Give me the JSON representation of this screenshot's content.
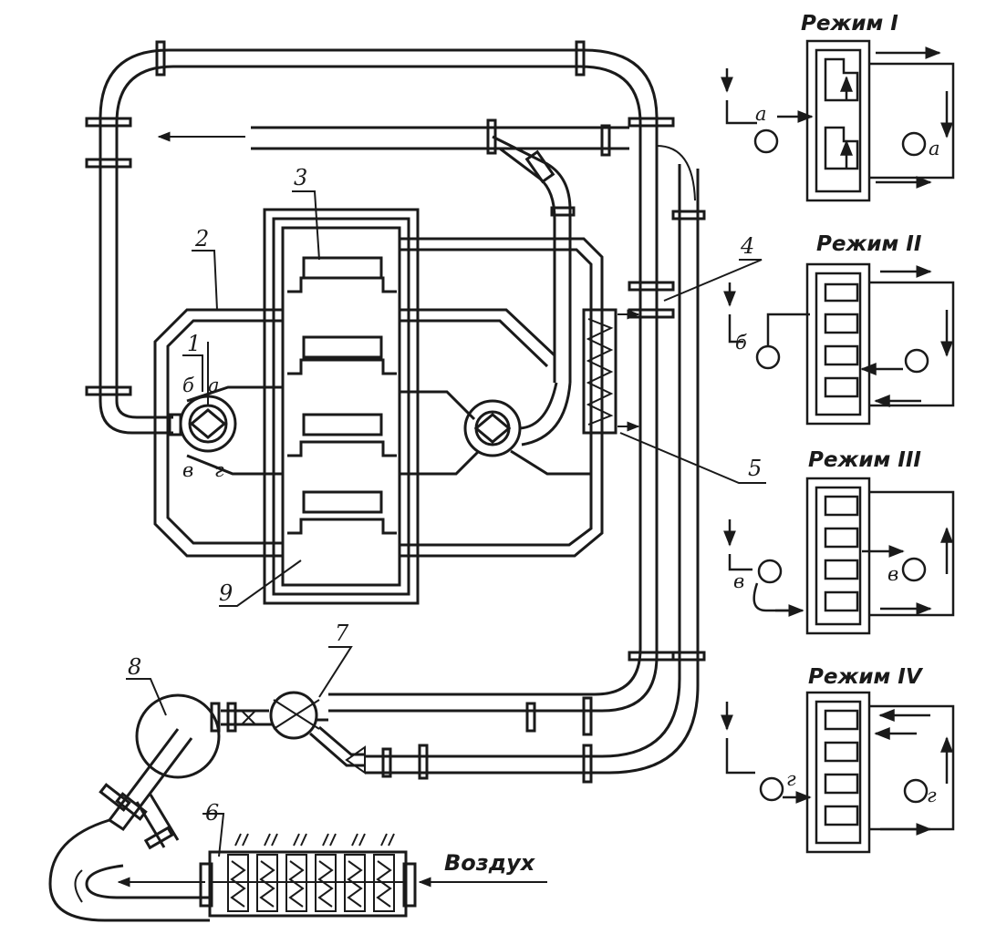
{
  "component_numbers": [
    "1",
    "2",
    "3",
    "4",
    "5",
    "6",
    "7",
    "8",
    "9"
  ],
  "valve_ports": [
    "б",
    "а",
    "в",
    "г"
  ],
  "air_label": "Воздух",
  "modes": [
    {
      "title": "Режим I",
      "port": "а"
    },
    {
      "title": "Режим II",
      "port": "б"
    },
    {
      "title": "Режим III",
      "port": "в"
    },
    {
      "title": "Режим IV",
      "port": "г"
    }
  ],
  "colors": {
    "ink": "#1a1a1a",
    "paper": "#ffffff"
  }
}
